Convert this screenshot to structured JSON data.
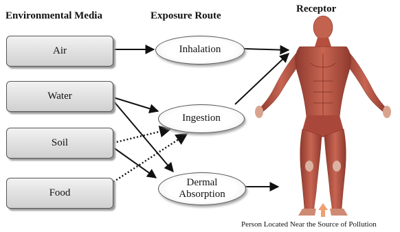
{
  "headers": {
    "media": "Environmental Media",
    "route": "Exposure Route",
    "receptor": "Receptor"
  },
  "media": [
    "Air",
    "Water",
    "Soil",
    "Food"
  ],
  "routes": {
    "inhalation": "Inhalation",
    "ingestion": "Ingestion",
    "dermal_line1": "Dermal",
    "dermal_line2": "Absorption"
  },
  "caption": "Person Located Near the Source of Pollution",
  "colors": {
    "box_fill_top": "#f2f2f2",
    "box_fill_bottom": "#d0d0d0",
    "arrow": "#111111",
    "muscle": "#b5503f",
    "pointer_arrow": "#f0a070"
  }
}
